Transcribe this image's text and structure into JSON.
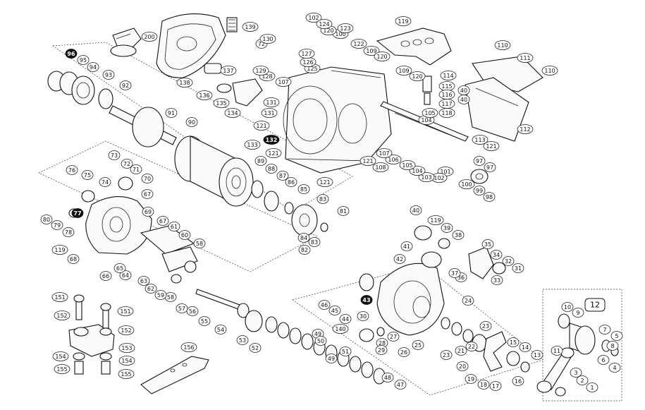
{
  "diagram": {
    "assembly_badge": "12",
    "labels": [
      {
        "id": "l1",
        "text": "1",
        "inv": false
      },
      {
        "id": "l2",
        "text": "2",
        "inv": false
      },
      {
        "id": "l3",
        "text": "3",
        "inv": false
      },
      {
        "id": "l4",
        "text": "4",
        "inv": false
      },
      {
        "id": "l5",
        "text": "5",
        "inv": false
      },
      {
        "id": "l6",
        "text": "6",
        "inv": false
      },
      {
        "id": "l7",
        "text": "7",
        "inv": false
      },
      {
        "id": "l8",
        "text": "8",
        "inv": false
      },
      {
        "id": "l9",
        "text": "9",
        "inv": false
      },
      {
        "id": "l10",
        "text": "10",
        "inv": false
      },
      {
        "id": "l11",
        "text": "11",
        "inv": false
      },
      {
        "id": "l13",
        "text": "13",
        "inv": false
      },
      {
        "id": "l14",
        "text": "14",
        "inv": false
      },
      {
        "id": "l15",
        "text": "15",
        "inv": false
      },
      {
        "id": "l16",
        "text": "16",
        "inv": false
      },
      {
        "id": "l17",
        "text": "17",
        "inv": false
      },
      {
        "id": "l18",
        "text": "18",
        "inv": false
      },
      {
        "id": "l19",
        "text": "19",
        "inv": false
      },
      {
        "id": "l20",
        "text": "20",
        "inv": false
      },
      {
        "id": "l21",
        "text": "21",
        "inv": false
      },
      {
        "id": "l22",
        "text": "22",
        "inv": false
      },
      {
        "id": "l23a",
        "text": "23",
        "inv": false
      },
      {
        "id": "l23b",
        "text": "23",
        "inv": false
      },
      {
        "id": "l24",
        "text": "24",
        "inv": false
      },
      {
        "id": "l25",
        "text": "25",
        "inv": false
      },
      {
        "id": "l26",
        "text": "26",
        "inv": false
      },
      {
        "id": "l27",
        "text": "27",
        "inv": false
      },
      {
        "id": "l28",
        "text": "28",
        "inv": false
      },
      {
        "id": "l29",
        "text": "29",
        "inv": false
      },
      {
        "id": "l30",
        "text": "30",
        "inv": false
      },
      {
        "id": "l31",
        "text": "31",
        "inv": false
      },
      {
        "id": "l32",
        "text": "32",
        "inv": false
      },
      {
        "id": "l33",
        "text": "33",
        "inv": false
      },
      {
        "id": "l34",
        "text": "34",
        "inv": false
      },
      {
        "id": "l35",
        "text": "35",
        "inv": false
      },
      {
        "id": "l36",
        "text": "36",
        "inv": false
      },
      {
        "id": "l37",
        "text": "37",
        "inv": false
      },
      {
        "id": "l38",
        "text": "38",
        "inv": false
      },
      {
        "id": "l39",
        "text": "39",
        "inv": false
      },
      {
        "id": "l40a",
        "text": "40",
        "inv": false
      },
      {
        "id": "l40b",
        "text": "40",
        "inv": false
      },
      {
        "id": "l40c",
        "text": "40",
        "inv": false
      },
      {
        "id": "l41",
        "text": "41",
        "inv": false
      },
      {
        "id": "l42",
        "text": "42",
        "inv": false
      },
      {
        "id": "l43",
        "text": "43",
        "inv": true
      },
      {
        "id": "l44",
        "text": "44",
        "inv": false
      },
      {
        "id": "l45",
        "text": "45",
        "inv": false
      },
      {
        "id": "l46",
        "text": "46",
        "inv": false
      },
      {
        "id": "l47",
        "text": "47",
        "inv": false
      },
      {
        "id": "l48",
        "text": "48",
        "inv": false
      },
      {
        "id": "l49a",
        "text": "49",
        "inv": false
      },
      {
        "id": "l49b",
        "text": "49",
        "inv": false
      },
      {
        "id": "l50",
        "text": "50",
        "inv": false
      },
      {
        "id": "l51",
        "text": "51",
        "inv": false
      },
      {
        "id": "l52",
        "text": "52",
        "inv": false
      },
      {
        "id": "l53",
        "text": "53",
        "inv": false
      },
      {
        "id": "l54",
        "text": "54",
        "inv": false
      },
      {
        "id": "l55",
        "text": "55",
        "inv": false
      },
      {
        "id": "l56",
        "text": "56",
        "inv": false
      },
      {
        "id": "l57",
        "text": "57",
        "inv": false
      },
      {
        "id": "l58a",
        "text": "58",
        "inv": false
      },
      {
        "id": "l58b",
        "text": "58",
        "inv": false
      },
      {
        "id": "l59",
        "text": "59",
        "inv": false
      },
      {
        "id": "l60",
        "text": "60",
        "inv": false
      },
      {
        "id": "l61",
        "text": "61",
        "inv": false
      },
      {
        "id": "l62",
        "text": "62",
        "inv": false
      },
      {
        "id": "l63",
        "text": "63",
        "inv": false
      },
      {
        "id": "l64",
        "text": "64",
        "inv": false
      },
      {
        "id": "l65",
        "text": "65",
        "inv": false
      },
      {
        "id": "l66",
        "text": "66",
        "inv": false
      },
      {
        "id": "l67a",
        "text": "67",
        "inv": false
      },
      {
        "id": "l67b",
        "text": "67",
        "inv": false
      },
      {
        "id": "l68",
        "text": "68",
        "inv": false
      },
      {
        "id": "l69",
        "text": "69",
        "inv": false
      },
      {
        "id": "l70",
        "text": "70",
        "inv": false
      },
      {
        "id": "l71",
        "text": "71",
        "inv": false
      },
      {
        "id": "l72a",
        "text": "72",
        "inv": false
      },
      {
        "id": "l72b",
        "text": "72",
        "inv": false
      },
      {
        "id": "l73",
        "text": "73",
        "inv": false
      },
      {
        "id": "l74",
        "text": "74",
        "inv": false
      },
      {
        "id": "l75",
        "text": "75",
        "inv": false
      },
      {
        "id": "l76",
        "text": "76",
        "inv": false
      },
      {
        "id": "l77",
        "text": "77",
        "inv": true
      },
      {
        "id": "l78",
        "text": "78",
        "inv": false
      },
      {
        "id": "l79",
        "text": "79",
        "inv": false
      },
      {
        "id": "l80",
        "text": "80",
        "inv": false
      },
      {
        "id": "l81",
        "text": "81",
        "inv": false
      },
      {
        "id": "l82",
        "text": "82",
        "inv": false
      },
      {
        "id": "l83a",
        "text": "83",
        "inv": false
      },
      {
        "id": "l83b",
        "text": "83",
        "inv": false
      },
      {
        "id": "l84",
        "text": "84",
        "inv": false
      },
      {
        "id": "l85",
        "text": "85",
        "inv": false
      },
      {
        "id": "l86",
        "text": "86",
        "inv": false
      },
      {
        "id": "l87",
        "text": "87",
        "inv": false
      },
      {
        "id": "l88",
        "text": "88",
        "inv": false
      },
      {
        "id": "l89",
        "text": "89",
        "inv": false
      },
      {
        "id": "l90",
        "text": "90",
        "inv": false
      },
      {
        "id": "l91",
        "text": "91",
        "inv": false
      },
      {
        "id": "l92",
        "text": "92",
        "inv": false
      },
      {
        "id": "l93",
        "text": "93",
        "inv": false
      },
      {
        "id": "l94",
        "text": "94",
        "inv": false
      },
      {
        "id": "l95",
        "text": "95",
        "inv": false
      },
      {
        "id": "l96",
        "text": "96",
        "inv": true
      },
      {
        "id": "l97a",
        "text": "97",
        "inv": false
      },
      {
        "id": "l97b",
        "text": "97",
        "inv": false
      },
      {
        "id": "l98",
        "text": "98",
        "inv": false
      },
      {
        "id": "l99",
        "text": "99",
        "inv": false
      },
      {
        "id": "l100a",
        "text": "100",
        "inv": false
      },
      {
        "id": "l100b",
        "text": "100",
        "inv": false
      },
      {
        "id": "l101",
        "text": "101",
        "inv": false
      },
      {
        "id": "l102a",
        "text": "102",
        "inv": false
      },
      {
        "id": "l102b",
        "text": "102",
        "inv": false
      },
      {
        "id": "l103",
        "text": "103",
        "inv": false
      },
      {
        "id": "l104a",
        "text": "104",
        "inv": false
      },
      {
        "id": "l104b",
        "text": "104",
        "inv": false
      },
      {
        "id": "l105a",
        "text": "105",
        "inv": false
      },
      {
        "id": "l105b",
        "text": "105",
        "inv": false
      },
      {
        "id": "l106",
        "text": "106",
        "inv": false
      },
      {
        "id": "l107a",
        "text": "107",
        "inv": false
      },
      {
        "id": "l107b",
        "text": "107",
        "inv": false
      },
      {
        "id": "l108",
        "text": "108",
        "inv": false
      },
      {
        "id": "l109a",
        "text": "109",
        "inv": false
      },
      {
        "id": "l109b",
        "text": "109",
        "inv": false
      },
      {
        "id": "l110a",
        "text": "110",
        "inv": false
      },
      {
        "id": "l110b",
        "text": "110",
        "inv": false
      },
      {
        "id": "l111",
        "text": "111",
        "inv": false
      },
      {
        "id": "l112",
        "text": "112",
        "inv": false
      },
      {
        "id": "l113",
        "text": "113",
        "inv": false
      },
      {
        "id": "l114",
        "text": "114",
        "inv": false
      },
      {
        "id": "l115",
        "text": "115",
        "inv": false
      },
      {
        "id": "l116",
        "text": "116",
        "inv": false
      },
      {
        "id": "l117",
        "text": "117",
        "inv": false
      },
      {
        "id": "l118",
        "text": "118",
        "inv": false
      },
      {
        "id": "l119a",
        "text": "119",
        "inv": false
      },
      {
        "id": "l119b",
        "text": "119",
        "inv": false
      },
      {
        "id": "l119c",
        "text": "119",
        "inv": false
      },
      {
        "id": "l120a",
        "text": "120",
        "inv": false
      },
      {
        "id": "l120b",
        "text": "120",
        "inv": false
      },
      {
        "id": "l120c",
        "text": "120",
        "inv": false
      },
      {
        "id": "l121a",
        "text": "121",
        "inv": false
      },
      {
        "id": "l121b",
        "text": "121",
        "inv": false
      },
      {
        "id": "l121c",
        "text": "121",
        "inv": false
      },
      {
        "id": "l121d",
        "text": "121",
        "inv": false
      },
      {
        "id": "l121e",
        "text": "121",
        "inv": false
      },
      {
        "id": "l122",
        "text": "122",
        "inv": false
      },
      {
        "id": "l123",
        "text": "123",
        "inv": false
      },
      {
        "id": "l124",
        "text": "124",
        "inv": false
      },
      {
        "id": "l125",
        "text": "125",
        "inv": false
      },
      {
        "id": "l126",
        "text": "126",
        "inv": false
      },
      {
        "id": "l127",
        "text": "127",
        "inv": false
      },
      {
        "id": "l128",
        "text": "128",
        "inv": false
      },
      {
        "id": "l129",
        "text": "129",
        "inv": false
      },
      {
        "id": "l130",
        "text": "130",
        "inv": false
      },
      {
        "id": "l131a",
        "text": "131",
        "inv": false
      },
      {
        "id": "l131b",
        "text": "131",
        "inv": false
      },
      {
        "id": "l132",
        "text": "132",
        "inv": true
      },
      {
        "id": "l133",
        "text": "133",
        "inv": false
      },
      {
        "id": "l134",
        "text": "134",
        "inv": false
      },
      {
        "id": "l135",
        "text": "135",
        "inv": false
      },
      {
        "id": "l136",
        "text": "136",
        "inv": false
      },
      {
        "id": "l137",
        "text": "137",
        "inv": false
      },
      {
        "id": "l138",
        "text": "138",
        "inv": false
      },
      {
        "id": "l139",
        "text": "139",
        "inv": false
      },
      {
        "id": "l140",
        "text": "140",
        "inv": false
      },
      {
        "id": "l151a",
        "text": "151",
        "inv": false
      },
      {
        "id": "l151b",
        "text": "151",
        "inv": false
      },
      {
        "id": "l152a",
        "text": "152",
        "inv": false
      },
      {
        "id": "l152b",
        "text": "152",
        "inv": false
      },
      {
        "id": "l153",
        "text": "153",
        "inv": false
      },
      {
        "id": "l154a",
        "text": "154",
        "inv": false
      },
      {
        "id": "l154b",
        "text": "154",
        "inv": false
      },
      {
        "id": "l155a",
        "text": "155",
        "inv": false
      },
      {
        "id": "l155b",
        "text": "155",
        "inv": false
      },
      {
        "id": "l156",
        "text": "156",
        "inv": false
      },
      {
        "id": "l200",
        "text": "200",
        "inv": false
      }
    ]
  }
}
